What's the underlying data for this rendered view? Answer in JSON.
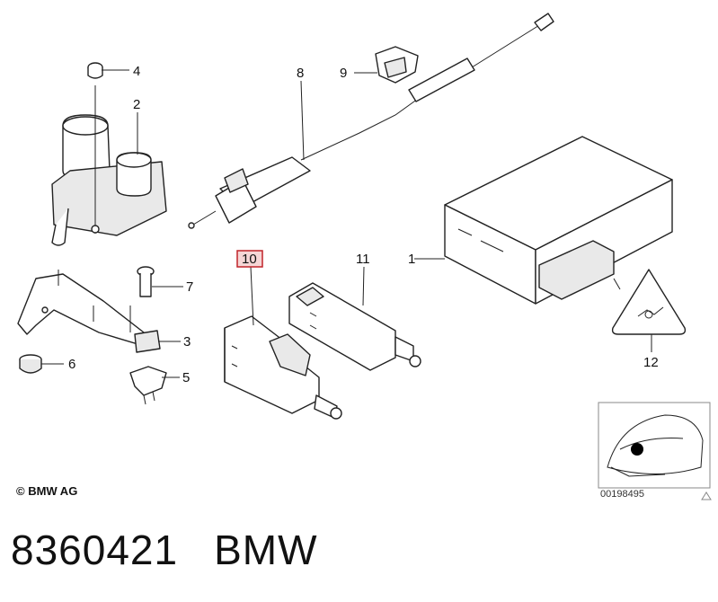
{
  "diagram": {
    "callouts": {
      "c1": "1",
      "c2": "2",
      "c3": "3",
      "c4": "4",
      "c5": "5",
      "c6": "6",
      "c7": "7",
      "c8": "8",
      "c9": "9",
      "c10": "10",
      "c11": "11",
      "c12": "12"
    },
    "highlighted_callout": "10",
    "copyright": "© BMW AG",
    "reference_number": "00198495"
  },
  "footer": {
    "part_number": "8360421",
    "brand": "BMW"
  },
  "colors": {
    "highlight_border": "#c0242a",
    "highlight_fill": "#f6d6d6",
    "line": "#222222"
  }
}
